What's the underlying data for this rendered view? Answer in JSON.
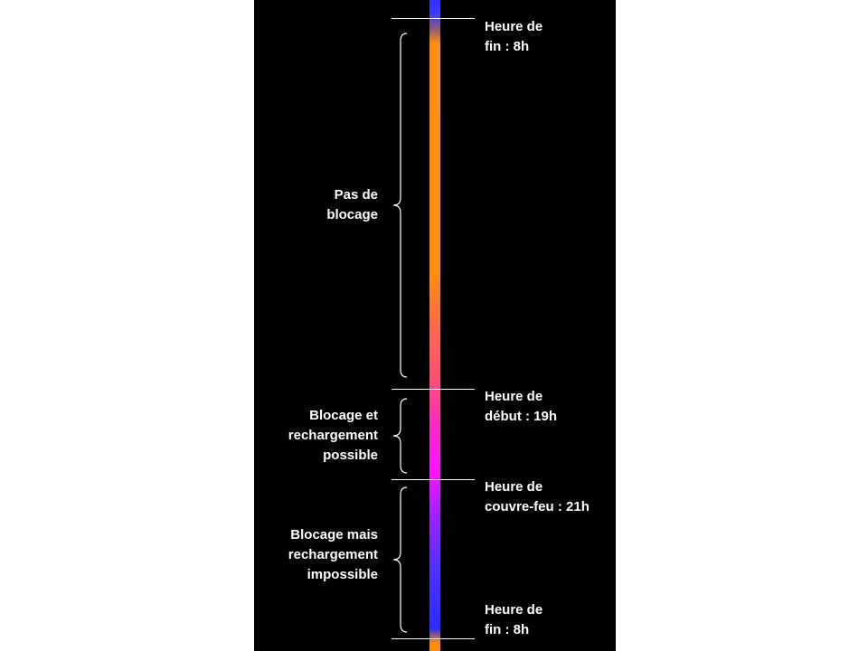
{
  "colors": {
    "background": "#000000",
    "bar_blue": "#2f2fff",
    "bar_orange": "#ff8f12",
    "bar_magenta": "#ff14ff",
    "text": "#ffffff"
  },
  "markers": [
    {
      "label": "Heure de\nfin : 8h"
    },
    {
      "label": "Heure de\ndébut : 19h"
    },
    {
      "label": "Heure de\ncouvre-feu : 21h"
    },
    {
      "label": "Heure de\nfin : 8h"
    }
  ],
  "periods": [
    {
      "label": "Pas de\nblocage"
    },
    {
      "label": "Blocage et\nrechargement\npossible"
    },
    {
      "label": "Blocage mais\nrechargement\nimpossible"
    }
  ]
}
